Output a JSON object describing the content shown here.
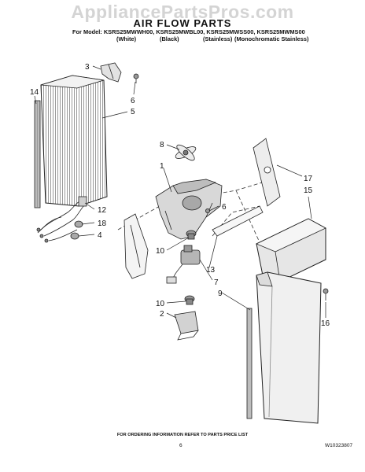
{
  "watermark": "AppliancePartsPros.com",
  "header": {
    "title": "AIR FLOW PARTS",
    "model_line": "For Model: KSRS25MWWH00, KSRS25MWBL00, KSRS25MWSS00, KSRS25MWMS00",
    "variants": [
      "(White)",
      "(Black)",
      "(Stainless)",
      "(Monochromatic Stainless)"
    ]
  },
  "callouts": [
    {
      "id": "c3",
      "label": "3"
    },
    {
      "id": "c6a",
      "label": "6"
    },
    {
      "id": "c5",
      "label": "5"
    },
    {
      "id": "c14",
      "label": "14"
    },
    {
      "id": "c8",
      "label": "8"
    },
    {
      "id": "c1",
      "label": "1"
    },
    {
      "id": "c17",
      "label": "17"
    },
    {
      "id": "c15",
      "label": "15"
    },
    {
      "id": "c12",
      "label": "12"
    },
    {
      "id": "c6b",
      "label": "6"
    },
    {
      "id": "c18",
      "label": "18"
    },
    {
      "id": "c4",
      "label": "4"
    },
    {
      "id": "c10a",
      "label": "10"
    },
    {
      "id": "c13",
      "label": "13"
    },
    {
      "id": "c7",
      "label": "7"
    },
    {
      "id": "c9",
      "label": "9"
    },
    {
      "id": "c10b",
      "label": "10"
    },
    {
      "id": "c2",
      "label": "2"
    },
    {
      "id": "c16",
      "label": "16"
    }
  ],
  "footer": {
    "ordering_note": "FOR ORDERING INFORMATION REFER TO PARTS PRICE LIST",
    "page_number": "6",
    "doc_number": "W10323807"
  }
}
